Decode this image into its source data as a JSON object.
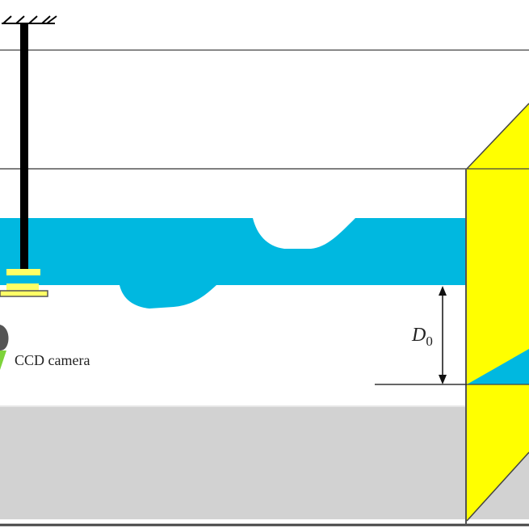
{
  "diagram": {
    "type": "experimental setup schematic",
    "labels": {
      "camera": "CCD camera",
      "depth_symbol": "D",
      "depth_subscript": "0"
    },
    "colors": {
      "water": "#00b8e0",
      "yellow_panel": "#ffff00",
      "holder": "#ffff66",
      "floor": "#d2d2d2",
      "rod": "#000000",
      "lines": "#555555",
      "camera_body": "#555555",
      "camera_lens": "#7dd33a"
    },
    "components": [
      "ceiling-mount",
      "support-rod",
      "sample-holder",
      "water-layer",
      "ccd-camera",
      "depth-dimension-arrow",
      "yellow-wall-panel",
      "floor"
    ]
  }
}
